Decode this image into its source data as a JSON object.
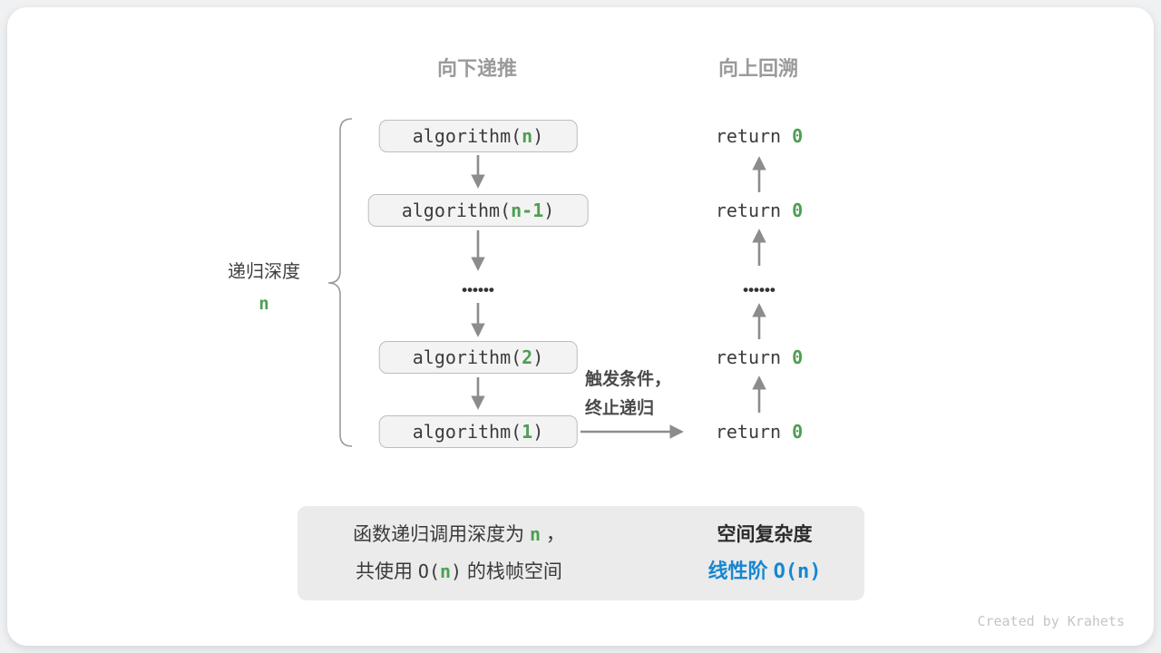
{
  "colors": {
    "page_bg": "#f0f1f3",
    "card_bg": "#ffffff",
    "header_gray": "#9a9a9a",
    "code_dark": "#3c3c3c",
    "accent_green": "#4e9e52",
    "accent_blue": "#1787d2",
    "arrow_gray": "#8c8c8c",
    "box_bg": "#f3f3f3",
    "box_border": "#bdbdbd",
    "summary_bg": "#ebebeb",
    "note_dark": "#4a4a4a",
    "credit_gray": "#c5c5c5"
  },
  "headers": {
    "downward": "向下递推",
    "upward": "向上回溯"
  },
  "depth_label": {
    "text": "递归深度",
    "value": "n"
  },
  "stack": [
    {
      "pre": "algorithm(",
      "arg": "n",
      "post": ")"
    },
    {
      "pre": "algorithm(",
      "arg": "n-1",
      "post": ")"
    },
    {
      "pre": "algorithm(",
      "arg": "2",
      "post": ")"
    },
    {
      "pre": "algorithm(",
      "arg": "1",
      "post": ")"
    }
  ],
  "dots": "••••••",
  "returns": [
    {
      "kw": "return ",
      "val": "0"
    },
    {
      "kw": "return ",
      "val": "0"
    },
    {
      "kw": "return ",
      "val": "0"
    },
    {
      "kw": "return ",
      "val": "0"
    }
  ],
  "base_case_note": {
    "line1": "触发条件，",
    "line2": "终止递归"
  },
  "summary": {
    "left": {
      "l1_pre": "函数递归调用深度为 ",
      "l1_n": "n",
      "l1_post": " ，",
      "l2_pre": "共使用 ",
      "l2_o_open": "O(",
      "l2_n": "n",
      "l2_o_close": ")",
      "l2_post": " 的栈帧空间"
    },
    "right": {
      "title": "空间复杂度",
      "result_prefix": "线性阶 ",
      "result_big_o": "O(n)"
    }
  },
  "credit": "Created by Krahets"
}
